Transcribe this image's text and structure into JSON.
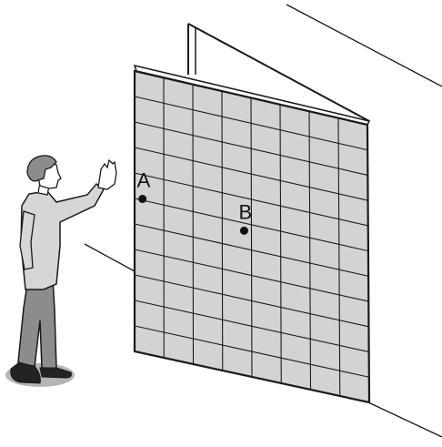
{
  "points": [
    {
      "label": "A",
      "col": 0.27,
      "row": 4.95
    },
    {
      "label": "B",
      "col": 3.75,
      "row": 5.3
    }
  ],
  "grid": {
    "columns": 8,
    "rows": 11
  },
  "colors": {
    "wall_fill": "#d3d3d3",
    "line": "#1a1a1a",
    "person_shirt": "#d6d6d6",
    "person_pants": "#8c8c8c",
    "shoes": "#222222",
    "shadow": "#b5b5b5"
  }
}
